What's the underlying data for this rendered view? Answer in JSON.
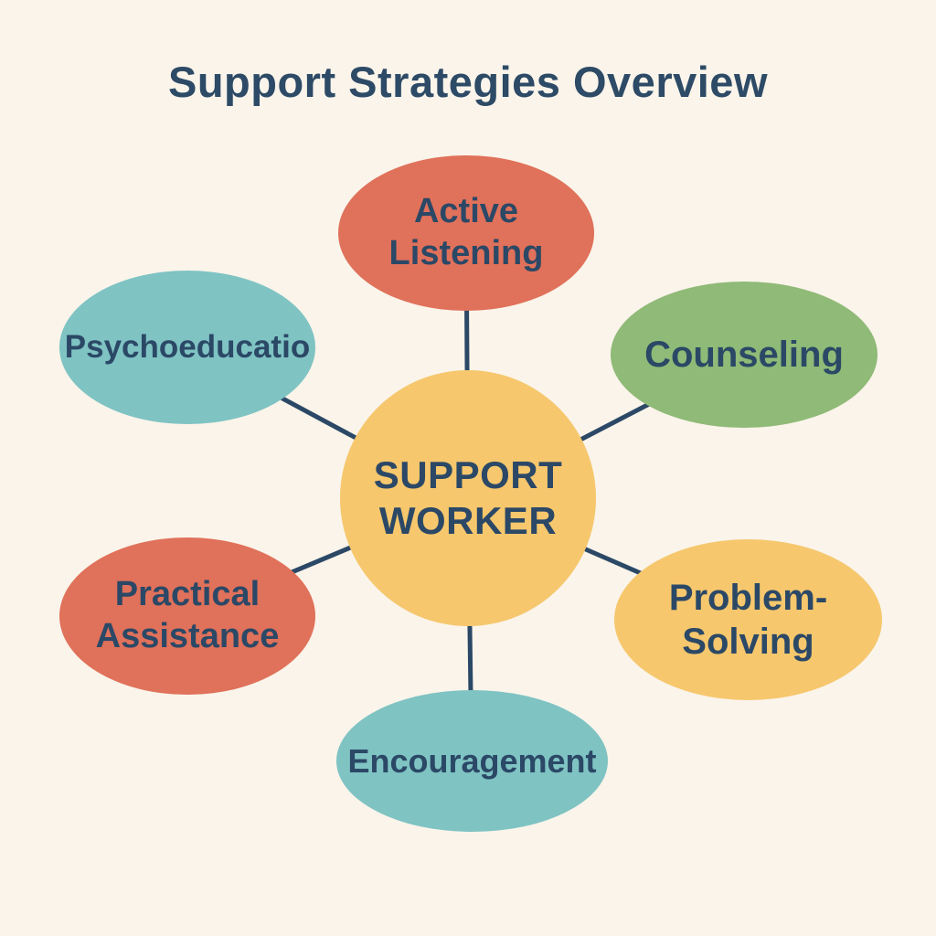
{
  "diagram": {
    "title": "Support Strategies Overview",
    "colors": {
      "background": "#faf4ea",
      "text": "#2b4866",
      "connector": "#2b4866",
      "coral": "#e0715a",
      "green": "#90ba77",
      "yellow": "#f6c76d",
      "teal": "#7fc3c3"
    },
    "center": {
      "label": "SUPPORT WORKER",
      "color": "#f6c76d"
    },
    "nodes": [
      {
        "label": "Active Listening",
        "color": "#e0715a"
      },
      {
        "label": "Counseling",
        "color": "#90ba77"
      },
      {
        "label": "Problem-Solving",
        "color": "#f6c76d"
      },
      {
        "label": "Encouragement",
        "color": "#7fc3c3"
      },
      {
        "label": "Practical Assistance",
        "color": "#e0715a"
      },
      {
        "label": "Psychoeducatio",
        "color": "#7fc3c3"
      }
    ]
  }
}
